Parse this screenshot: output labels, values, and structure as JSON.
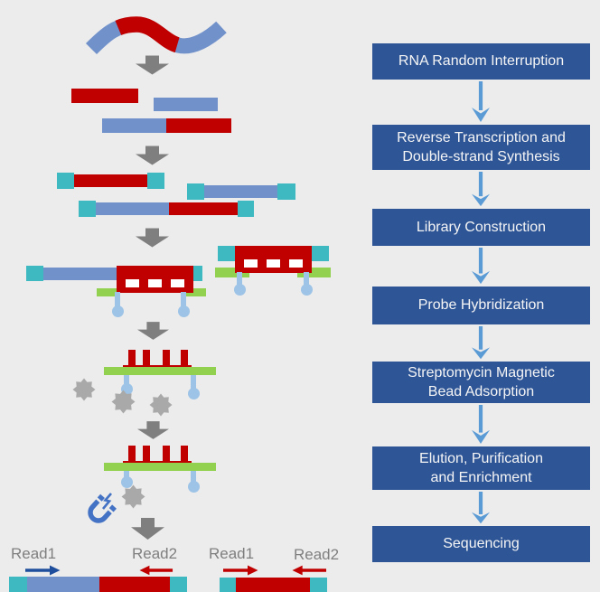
{
  "flowchart": {
    "steps": [
      "RNA Random Interruption",
      "Reverse Transcription and Double-strand Synthesis",
      "Library Construction",
      "Probe Hybridization",
      "Streptomycin Magnetic Bead Adsorption",
      "Elution, Purification and Enrichment",
      "Sequencing"
    ]
  },
  "reads": {
    "left": {
      "read1": "Read1",
      "read2": "Read2"
    },
    "right": {
      "read1": "Read1",
      "read2": "Read2"
    }
  },
  "icons": {
    "flow_arrow_icon": "light-blue down arrow with v-head",
    "block_down_arrow_icon": "solid gray block down arrow",
    "magnet_icon": "blue horseshoe magnet with spark",
    "bead_icon": "gray eight-point star bead",
    "biotin_pin_icon": "light-blue teardrop pin",
    "read1_left_arrow_icon": "navy right arrow",
    "read2_left_arrow_icon": "red left arrow",
    "read1_right_arrow_icon": "red right arrow",
    "read2_right_arrow_icon": "red left arrow"
  },
  "colors": {
    "background": "#ECECEC",
    "step_box": "#2E5596",
    "step_text": "#F5F5F5",
    "flow_arrow": "#5B9BD5",
    "red": "#C00000",
    "blue": "#7191CB",
    "teal": "#3FB9C1",
    "green": "#92D050",
    "drop": "#9DC3E6",
    "gray_arrow": "#7F7F7F",
    "bead": "#A9A9A9",
    "magnet": "#4472C4",
    "read_label": "#7F7F7F",
    "read1_navy": "#1F4E9C",
    "hole_white": "#FFFFFF"
  }
}
